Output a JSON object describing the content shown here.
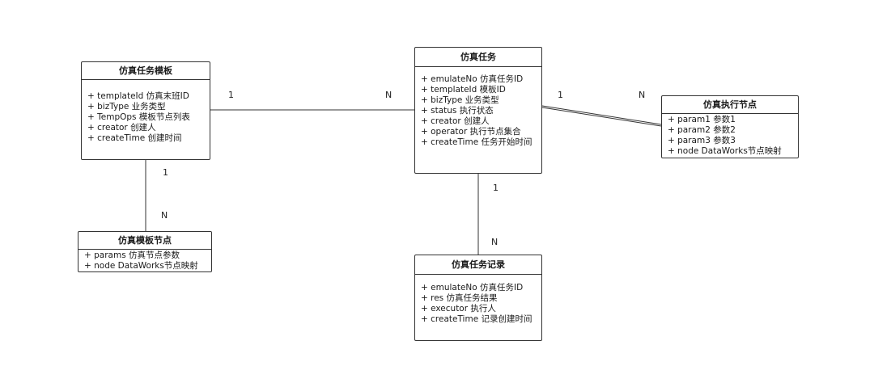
{
  "classes": {
    "template": {
      "title": "仿真任务模板",
      "attributes": [
        "+ templateId 仿真末班ID",
        "+ bizType 业务类型",
        "+ TempOps 模板节点列表",
        "+ creator 创建人",
        "+ createTime 创建时间"
      ]
    },
    "template_node": {
      "title": "仿真模板节点",
      "attributes": [
        "+ params 仿真节点参数",
        "+ node DataWorks节点映射"
      ]
    },
    "task": {
      "title": "仿真任务",
      "attributes": [
        "+ emulateNo 仿真任务ID",
        "+ templateId 模板ID",
        "+ bizType 业务类型",
        "+ status 执行状态",
        "+ creator 创建人",
        "+ operator 执行节点集合",
        "+ createTime 任务开始时间"
      ]
    },
    "exec_node": {
      "title": "仿真执行节点",
      "attributes": [
        "+ param1 参数1",
        "+ param2 参数2",
        "+ param3 参数3",
        "+ node DataWorks节点映射"
      ]
    },
    "task_record": {
      "title": "仿真任务记录",
      "attributes": [
        "+ emulateNo 仿真任务ID",
        "+ res 仿真任务结果",
        "+ executor 执行人",
        "+ createTime 记录创建时间"
      ]
    }
  },
  "relations": [
    {
      "from": "仿真任务模板",
      "to": "仿真任务",
      "from_mult": "1",
      "to_mult": "N"
    },
    {
      "from": "仿真任务模板",
      "to": "仿真模板节点",
      "from_mult": "1",
      "to_mult": "N"
    },
    {
      "from": "仿真任务",
      "to": "仿真执行节点",
      "from_mult": "1",
      "to_mult": "N"
    },
    {
      "from": "仿真任务",
      "to": "仿真任务记录",
      "from_mult": "1",
      "to_mult": "N"
    }
  ]
}
